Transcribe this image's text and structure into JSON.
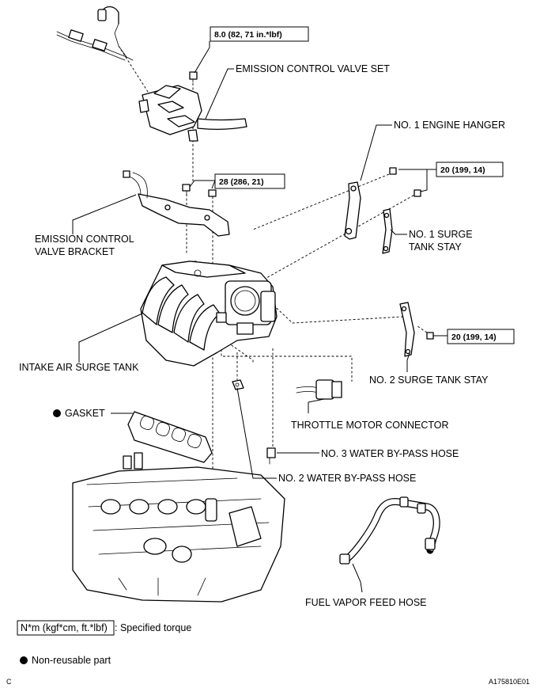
{
  "labels": {
    "emission_valve_set": "EMISSION CONTROL VALVE SET",
    "engine_hanger": "NO. 1 ENGINE HANGER",
    "emission_bracket_1": "EMISSION CONTROL",
    "emission_bracket_2": "VALVE BRACKET",
    "surge_stay1_1": "NO. 1 SURGE",
    "surge_stay1_2": "TANK STAY",
    "surge_tank": "INTAKE AIR SURGE TANK",
    "surge_stay2": "NO. 2 SURGE TANK STAY",
    "gasket": "GASKET",
    "throttle_connector": "THROTTLE MOTOR CONNECTOR",
    "bypass3": "NO. 3 WATER BY-PASS HOSE",
    "bypass2": "NO. 2 WATER BY-PASS HOSE",
    "fuel_vapor": "FUEL VAPOR FEED HOSE"
  },
  "torques": {
    "t1": "8.0 (82, 71 in.*lbf)",
    "t2": "28 (286, 21)",
    "t3": "20 (199, 14)",
    "t4": "20 (199, 14)"
  },
  "legend": {
    "torque_box": "N*m (kgf*cm, ft.*lbf)",
    "torque_desc": ": Specified torque",
    "nonreusable": "Non-reusable part"
  },
  "footer": {
    "left": "C",
    "right": "A175810E01"
  }
}
